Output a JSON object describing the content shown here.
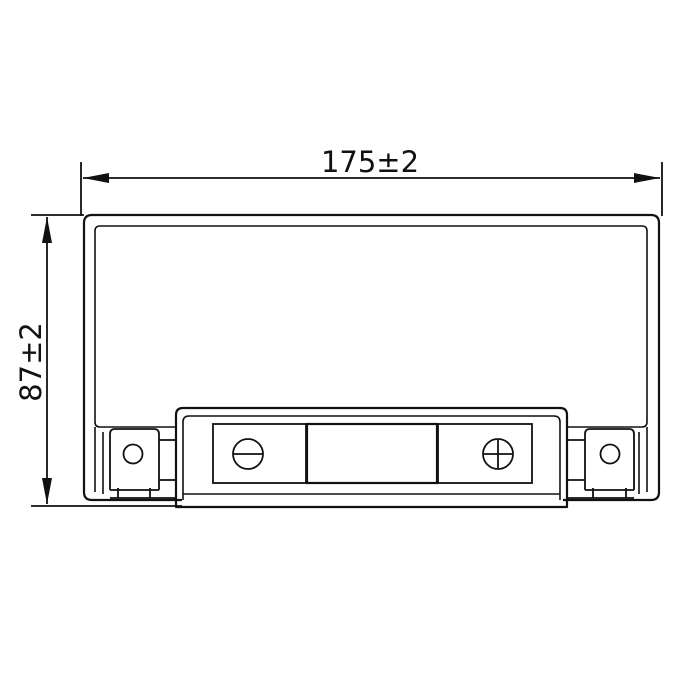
{
  "diagram": {
    "dimensions": {
      "width_label": "175±2",
      "height_label": "87±2"
    },
    "colors": {
      "line": "#111111",
      "background": "#ffffff"
    },
    "terminals": [
      {
        "polarity": "negative",
        "icon": "minus-in-circle-icon"
      },
      {
        "polarity": "positive",
        "icon": "plus-in-circle-icon"
      }
    ]
  }
}
